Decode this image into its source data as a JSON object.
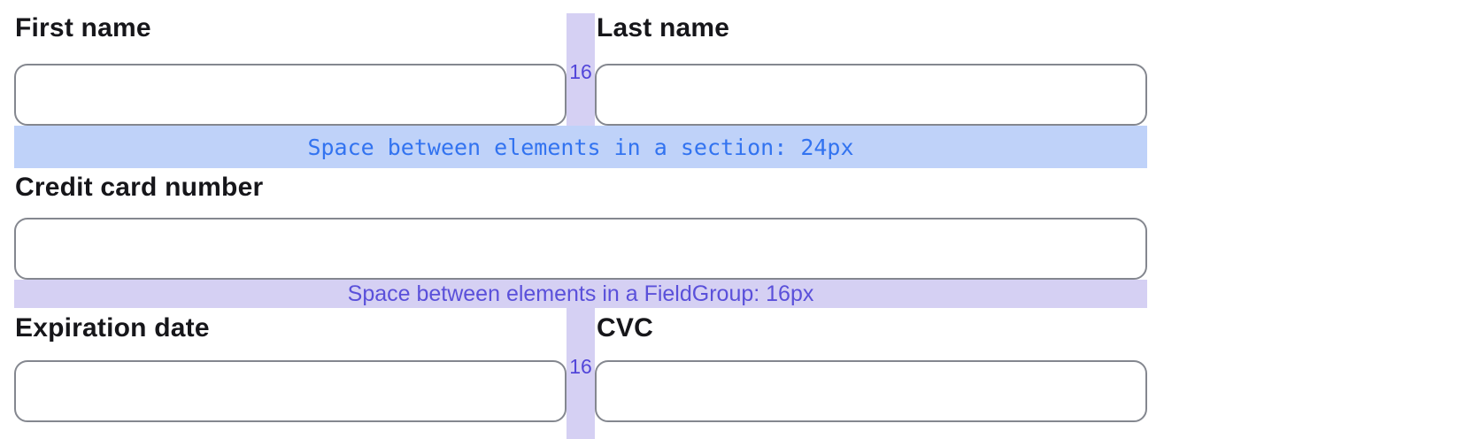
{
  "form": {
    "first_name": {
      "label": "First name",
      "value": ""
    },
    "last_name": {
      "label": "Last name",
      "value": ""
    },
    "credit_card": {
      "label": "Credit card number",
      "value": ""
    },
    "expiration_date": {
      "label": "Expiration date",
      "value": ""
    },
    "cvc": {
      "label": "CVC",
      "value": ""
    }
  },
  "annotations": {
    "section_gap_label": "Space between elements in a section: 24px",
    "fieldgroup_gap_label": "Space between elements in a FieldGroup: 16px",
    "row1_gap_value": "16",
    "row3_gap_value": "16"
  },
  "colors": {
    "section_bar_bg": "#bfd2f9",
    "section_bar_text": "#3273f0",
    "fieldgroup_bar_bg": "#d5d0f3",
    "fieldgroup_bar_text": "#5a50da",
    "gap_text": "#5246d9",
    "input_border": "#84878f",
    "label_text": "#16161a"
  }
}
